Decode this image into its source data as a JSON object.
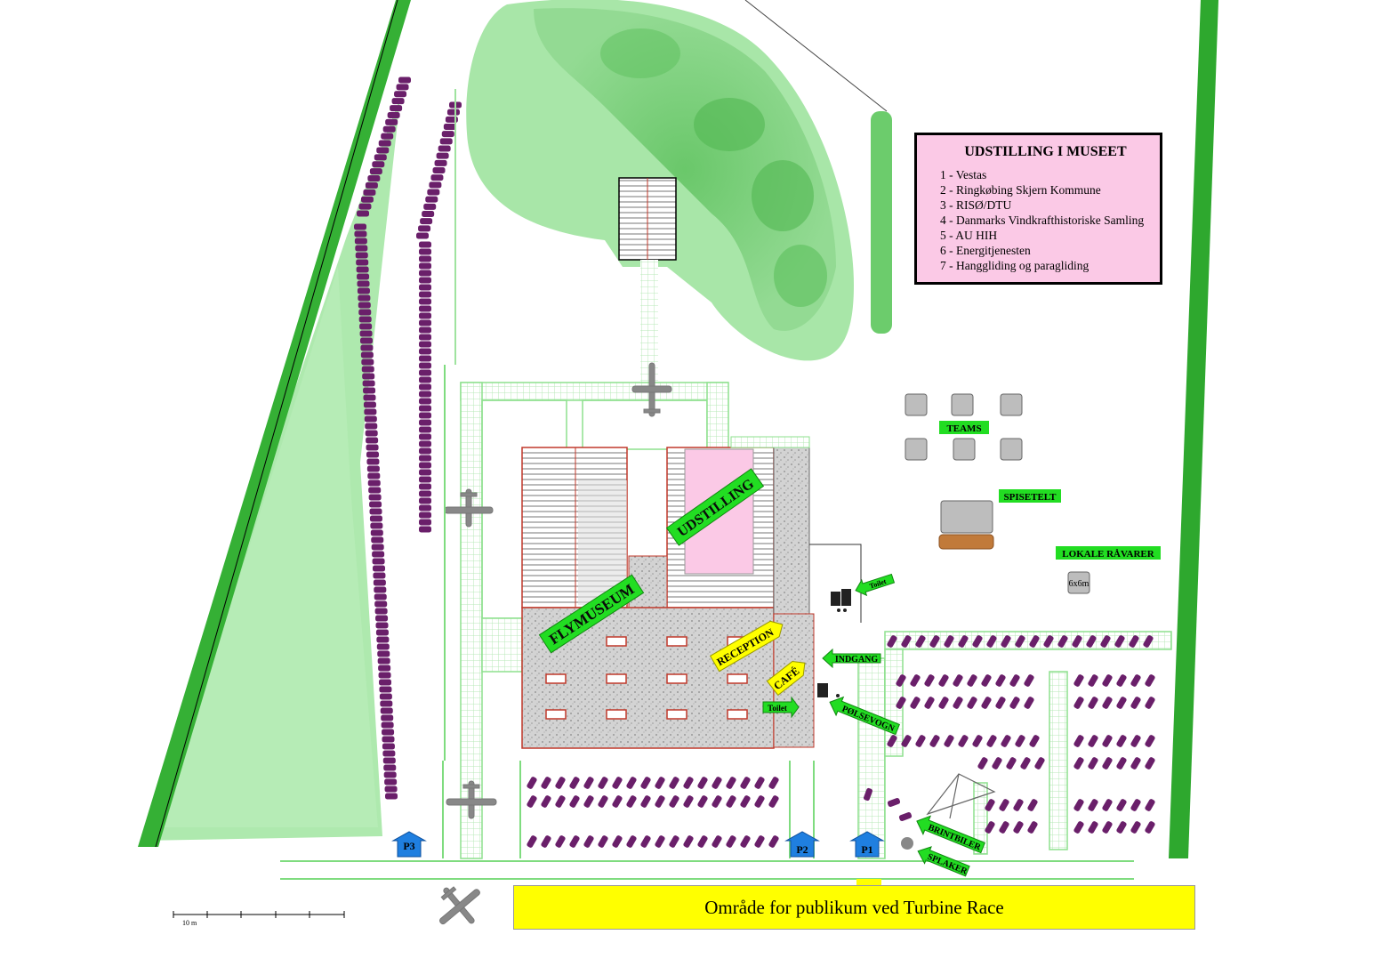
{
  "legend": {
    "title": "UDSTILLING I MUSEET",
    "items": [
      "1 - Vestas",
      "2 - Ringkøbing Skjern Kommune",
      "3 - RISØ/DTU",
      "4 - Danmarks Vindkrafthistoriske Samling",
      "5 - AU HIH",
      "6 - Energitjenesten",
      "7 - Hanggliding og paragliding"
    ]
  },
  "labels": {
    "flymuseum": "FLYMUSEUM",
    "udstilling": "UDSTILLING",
    "reception": "RECEPTION",
    "cafe": "CAFÉ",
    "indgang": "INDGANG",
    "toilet_top": "Toilet",
    "toilet_bottom": "Toilet",
    "polsevogn": "PØLSEVOGN",
    "brintbiler": "BRINTBILER",
    "splaker": "SPLAKER",
    "teams": "TEAMS",
    "spisetelt": "SPISETELT",
    "lokale_ravarer": "LOKALE RÅVARER",
    "tent_size": "6x6m",
    "p1": "P1",
    "p2": "P2",
    "p3": "P3",
    "scale": "10 m"
  },
  "public_area": "Område for publikum ved Turbine Race",
  "colors": {
    "forest": "#a8e6a8",
    "forest_dark": "#7ed47e",
    "hedge": "#2ea82e",
    "label_green": "#22dd22",
    "label_yellow": "#ffff00",
    "exhibit_pink": "#fbc9e6",
    "parking_sign": "#1f7fe0",
    "car": "#6a1f6a",
    "path": "#8ee08e",
    "building_outline": "#c0392b",
    "floor_grey": "#cfcfcf"
  },
  "icons": [
    "airplane-icon",
    "car-icon",
    "parking-arrow-icon",
    "toilet-icon",
    "tent-icon",
    "hanglider-icon"
  ]
}
